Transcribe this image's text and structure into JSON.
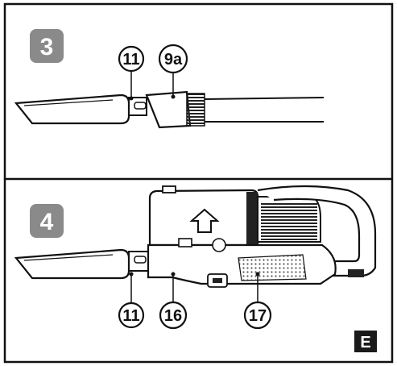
{
  "steps": [
    {
      "number": "3",
      "callouts": [
        "11",
        "9a"
      ]
    },
    {
      "number": "4",
      "callouts": [
        "11",
        "16",
        "17"
      ]
    }
  ],
  "corner_label": "E",
  "colors": {
    "line": "#111111",
    "step_badge": "#8a8a8a",
    "corner_badge": "#1a1a1a",
    "fill": "#ffffff",
    "dark_fill": "#222222",
    "mesh": "#555555"
  }
}
